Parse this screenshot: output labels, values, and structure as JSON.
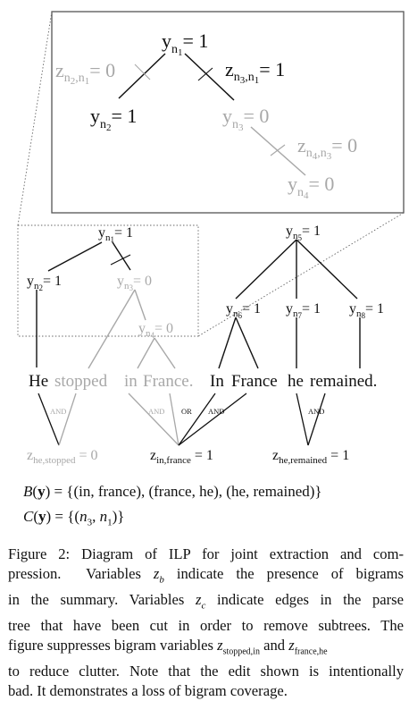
{
  "zoom": {
    "root": "y_{n1} = 1",
    "left_edge_var": "z_{n2,n1} = 0",
    "right_edge_var": "z_{n3,n1} = 1",
    "left_child": "y_{n2} = 1",
    "right_child": "y_{n3} = 0",
    "lower_edge_var": "z_{n4,n3} = 0",
    "leaf": "y_{n4} = 0"
  },
  "tree1": {
    "root": "y_{n1} = 1",
    "n2": "y_{n2} = 1",
    "n3": "y_{n3} = 0",
    "n4": "y_{n4} = 0"
  },
  "tree2": {
    "root": "y_{n5} = 1",
    "n6": "y_{n6} = 1",
    "n7": "y_{n7} = 1",
    "n8": "y_{n8} = 1"
  },
  "sentence": {
    "he": "He",
    "stopped": "stopped",
    "in1": "in",
    "france1": "France.",
    "in2": "In",
    "france2": "France",
    "he2": "he",
    "remained": "remained."
  },
  "labels": {
    "and": "AND",
    "or": "OR"
  },
  "bigram_vars": {
    "z1": "z_{he,stopped} = 0",
    "z2": "z_{in,france} = 1",
    "z3": "z_{he,remained} = 1"
  },
  "equations": {
    "B": "B(y) = {(in, france), (france, he), (he, remained)}",
    "C": "C(y) = {(n3, n1)}"
  },
  "caption": {
    "line1": "Figure 2:  Diagram of ILP for joint extraction and com-",
    "line2": "pression.  Variables z_b indicate the presence of bigrams",
    "line3": "in the summary. Variables z_c indicate edges in the parse",
    "line4": "tree that have been cut in order to remove subtrees. The",
    "line5": "figure suppresses bigram variables z_{stopped,in} and z_{france,he}",
    "line6": "to reduce clutter. Note that the edit shown is intentionally",
    "line7": "bad. It demonstrates a loss of bigram coverage."
  },
  "colors": {
    "active": "#111111",
    "inactive": "#a8a8a8",
    "box": "#444444"
  }
}
